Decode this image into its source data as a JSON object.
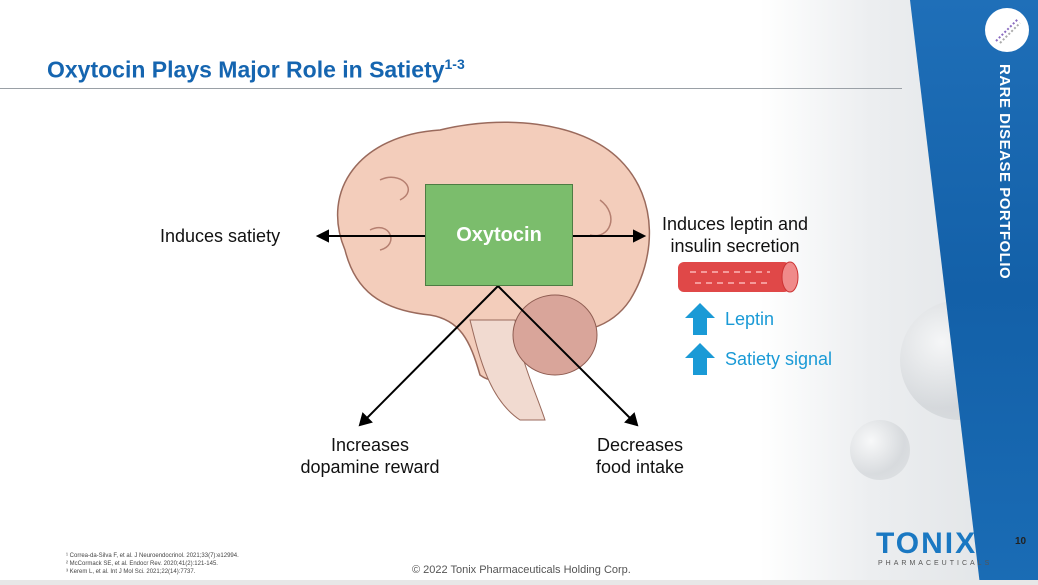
{
  "slide": {
    "title": "Oxytocin Plays Major Role in Satiety",
    "title_sup": "1-3",
    "side_label": "RARE DISEASE PORTFOLIO",
    "page_number": "10",
    "copyright": "© 2022 Tonix Pharmaceuticals Holding Corp.",
    "logo": {
      "name": "TONIX",
      "sub": "PHARMACEUTICALS"
    }
  },
  "diagram": {
    "center": "Oxytocin",
    "left": "Induces satiety",
    "right_1": "Induces leptin and",
    "right_2": "insulin secretion",
    "bottom_left_1": "Increases",
    "bottom_left_2": "dopamine reward",
    "bottom_right_1": "Decreases",
    "bottom_right_2": "food intake",
    "up_items": [
      "Leptin",
      "Satiety signal"
    ]
  },
  "references": [
    "¹ Correa-da-Silva F, et al. J Neuroendocrinol. 2021;33(7):e12994.",
    "² McCormack SE, et al. Endocr Rev. 2020;41(2):121-145.",
    "³ Kerem L, et al. Int J Mol Sci. 2021;22(14):7737."
  ],
  "colors": {
    "accent": "#1565b0",
    "arrow_blue": "#1a9ad6",
    "oxytocin_box": "#7bbd6c"
  }
}
